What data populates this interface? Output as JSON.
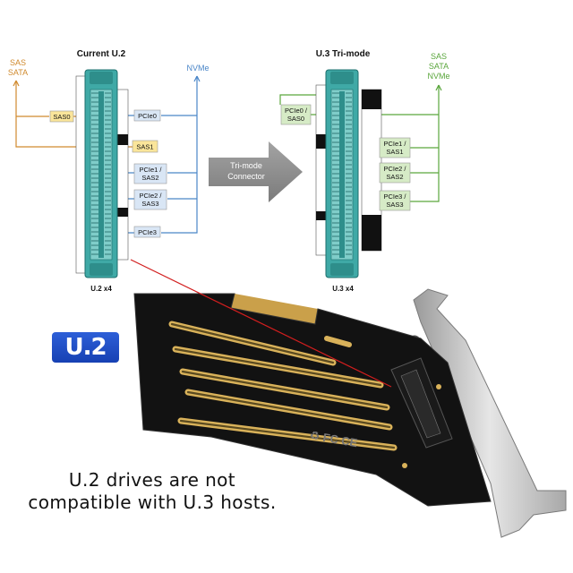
{
  "left_diagram": {
    "title": "Current U.2",
    "caption": "U.2 x4",
    "left_protocols": [
      "SAS",
      "SATA"
    ],
    "right_protocols": [
      "NVMe"
    ],
    "labels": [
      "SAS0",
      "PCIe0",
      "SAS1",
      "PCIe1 /\nSAS2",
      "PCIe2 /\nSAS3",
      "PCIe3"
    ]
  },
  "right_diagram": {
    "title": "U.3 Tri-mode",
    "caption": "U.3 x4",
    "right_protocols": [
      "SAS",
      "SATA",
      "NVMe"
    ],
    "labels": [
      "PCIe0 /\nSAS0",
      "PCIe1 /\nSAS1",
      "PCIe2 /\nSAS2",
      "PCIe3 /\nSAS3"
    ]
  },
  "arrow": {
    "label_line1": "Tri-mode",
    "label_line2": "Connector"
  },
  "badge": "U.2",
  "note": {
    "line1": "U.2 drives are not",
    "line2": "compatible with U.3 hosts."
  },
  "colors": {
    "sas": "#d08a2e",
    "nvme": "#4a86c8",
    "tri": "#5aa63c",
    "connector": "#3fa9a6",
    "pcb": "#111111",
    "gold": "#d9b25a",
    "arrow": "#8a8a8a"
  }
}
